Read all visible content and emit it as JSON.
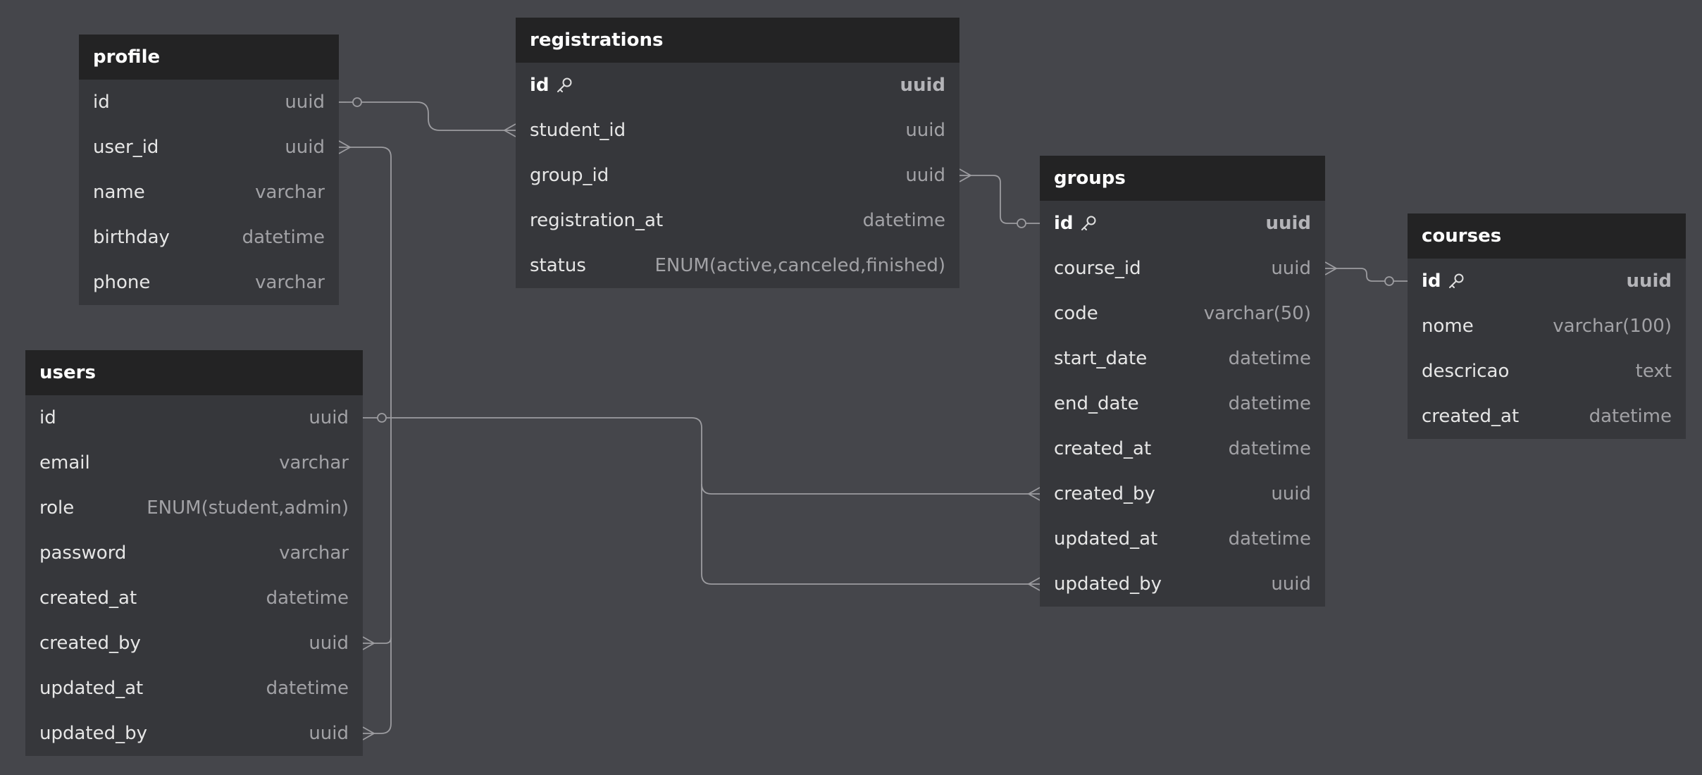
{
  "diagram": {
    "tables": [
      {
        "key": "profile",
        "name": "profile",
        "columns": [
          {
            "name": "id",
            "type": "uuid",
            "pk": false
          },
          {
            "name": "user_id",
            "type": "uuid",
            "pk": false
          },
          {
            "name": "name",
            "type": "varchar",
            "pk": false
          },
          {
            "name": "birthday",
            "type": "datetime",
            "pk": false
          },
          {
            "name": "phone",
            "type": "varchar",
            "pk": false
          }
        ]
      },
      {
        "key": "registrations",
        "name": "registrations",
        "columns": [
          {
            "name": "id",
            "type": "uuid",
            "pk": true
          },
          {
            "name": "student_id",
            "type": "uuid",
            "pk": false
          },
          {
            "name": "group_id",
            "type": "uuid",
            "pk": false
          },
          {
            "name": "registration_at",
            "type": "datetime",
            "pk": false
          },
          {
            "name": "status",
            "type": "ENUM(active,canceled,finished)",
            "pk": false
          }
        ]
      },
      {
        "key": "users",
        "name": "users",
        "columns": [
          {
            "name": "id",
            "type": "uuid",
            "pk": false
          },
          {
            "name": "email",
            "type": "varchar",
            "pk": false
          },
          {
            "name": "role",
            "type": "ENUM(student,admin)",
            "pk": false
          },
          {
            "name": "password",
            "type": "varchar",
            "pk": false
          },
          {
            "name": "created_at",
            "type": "datetime",
            "pk": false
          },
          {
            "name": "created_by",
            "type": "uuid",
            "pk": false
          },
          {
            "name": "updated_at",
            "type": "datetime",
            "pk": false
          },
          {
            "name": "updated_by",
            "type": "uuid",
            "pk": false
          }
        ]
      },
      {
        "key": "groups",
        "name": "groups",
        "columns": [
          {
            "name": "id",
            "type": "uuid",
            "pk": true
          },
          {
            "name": "course_id",
            "type": "uuid",
            "pk": false
          },
          {
            "name": "code",
            "type": "varchar(50)",
            "pk": false
          },
          {
            "name": "start_date",
            "type": "datetime",
            "pk": false
          },
          {
            "name": "end_date",
            "type": "datetime",
            "pk": false
          },
          {
            "name": "created_at",
            "type": "datetime",
            "pk": false
          },
          {
            "name": "created_by",
            "type": "uuid",
            "pk": false
          },
          {
            "name": "updated_at",
            "type": "datetime",
            "pk": false
          },
          {
            "name": "updated_by",
            "type": "uuid",
            "pk": false
          }
        ]
      },
      {
        "key": "courses",
        "name": "courses",
        "columns": [
          {
            "name": "id",
            "type": "uuid",
            "pk": true
          },
          {
            "name": "nome",
            "type": "varchar(100)",
            "pk": false
          },
          {
            "name": "descricao",
            "type": "text",
            "pk": false
          },
          {
            "name": "created_at",
            "type": "datetime",
            "pk": false
          }
        ]
      }
    ],
    "relations": [
      {
        "from": "profile.id",
        "to": "registrations.student_id",
        "from_end": "one",
        "to_end": "many"
      },
      {
        "from": "groups.id",
        "to": "registrations.group_id",
        "from_end": "one",
        "to_end": "many"
      },
      {
        "from": "courses.id",
        "to": "groups.course_id",
        "from_end": "one",
        "to_end": "many"
      },
      {
        "from": "users.id",
        "to": "profile.user_id",
        "from_end": "one",
        "to_end": "many"
      },
      {
        "from": "users.id",
        "to": "users.created_by",
        "from_end": "one",
        "to_end": "many"
      },
      {
        "from": "users.id",
        "to": "users.updated_by",
        "from_end": "one",
        "to_end": "many"
      },
      {
        "from": "users.id",
        "to": "groups.created_by",
        "from_end": "one",
        "to_end": "many"
      },
      {
        "from": "users.id",
        "to": "groups.updated_by",
        "from_end": "one",
        "to_end": "many"
      }
    ],
    "colors": {
      "canvas": "#45464b",
      "table_header": "#232324",
      "table_body": "#36373b",
      "column_name": "#e6e6e6",
      "column_type": "#a2a2a6",
      "connector": "#9c9ca0"
    },
    "icons": {
      "primary_key": "key-icon"
    }
  }
}
